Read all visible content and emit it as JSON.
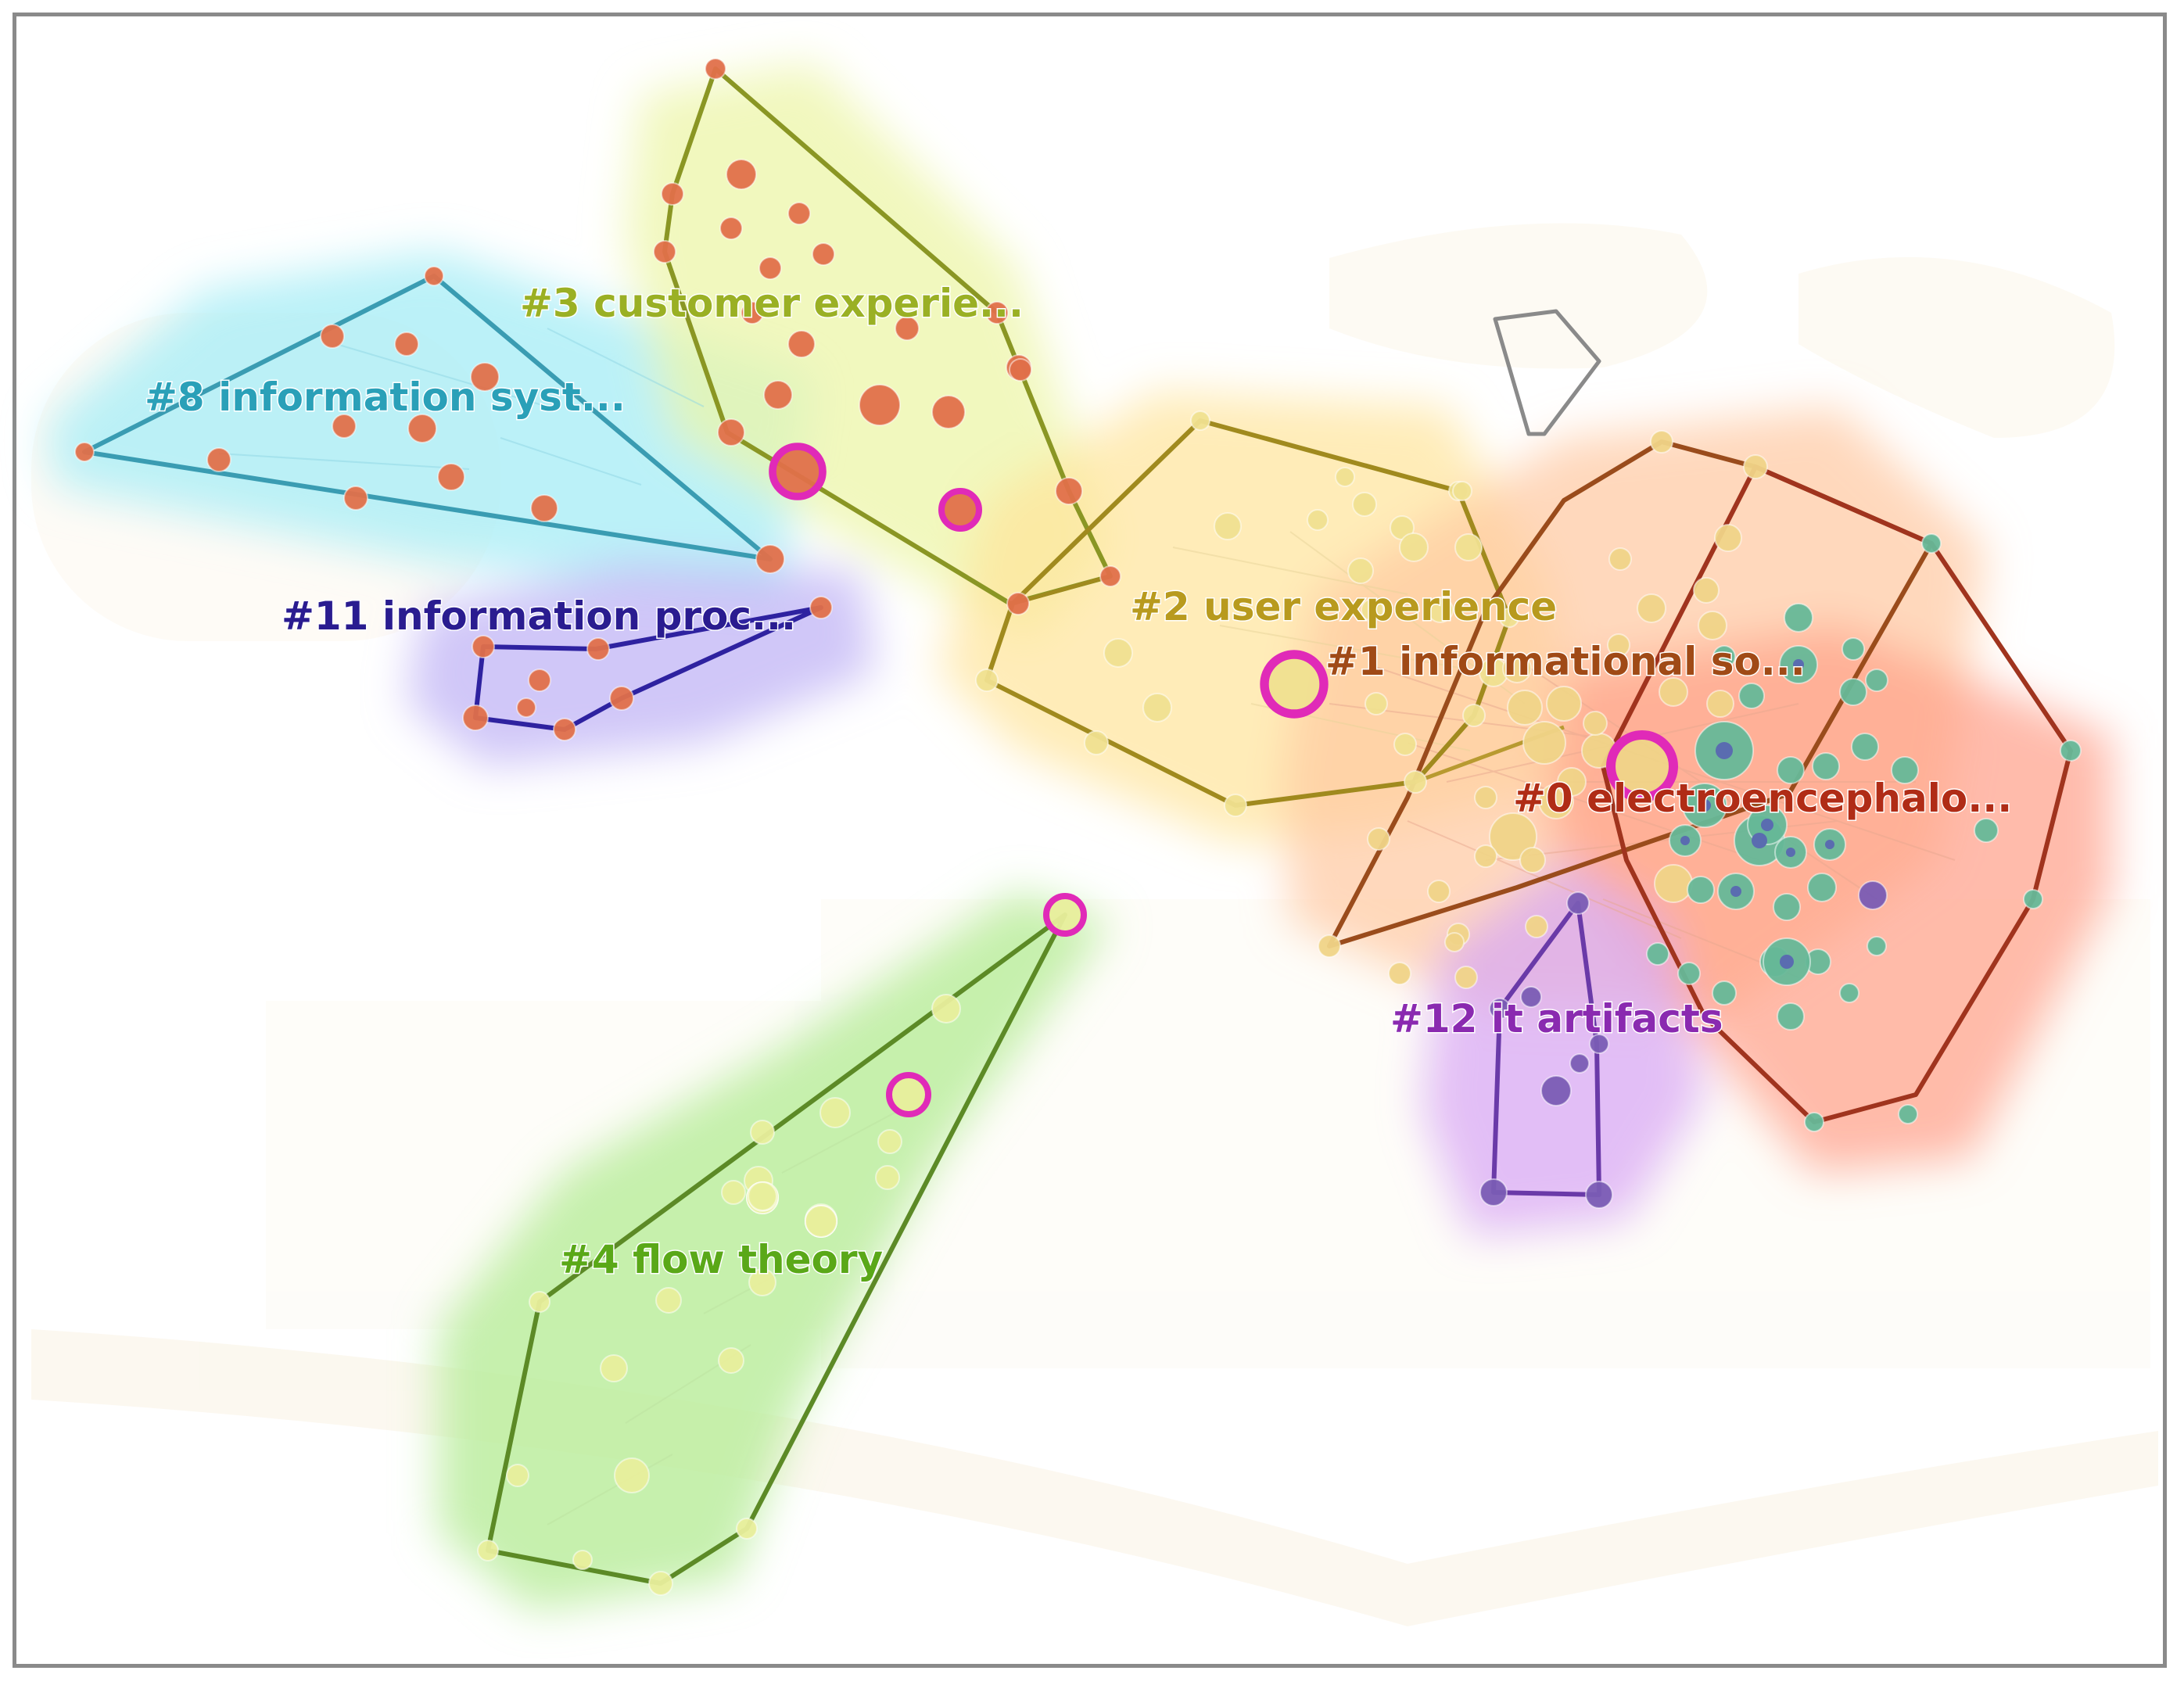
{
  "diagram": {
    "type": "cluster-network",
    "clusters": [
      {
        "id": "c0",
        "label": "#0 electroencephalo...",
        "color": "#b02c16",
        "fill": "#ff9e88",
        "node": "#66b898"
      },
      {
        "id": "c1",
        "label": "#1 informational so...",
        "color": "#a04a16",
        "fill": "#ffc8a0",
        "node": "#f0d488"
      },
      {
        "id": "c2",
        "label": "#2 user experience",
        "color": "#b89a1e",
        "fill": "#ffe49a",
        "node": "#f0e090"
      },
      {
        "id": "c3",
        "label": "#3 customer experie...",
        "color": "#9ab024",
        "fill": "#ecf5a8",
        "node": "#e0704a"
      },
      {
        "id": "c4",
        "label": "#4 flow theory",
        "color": "#5aa818",
        "fill": "#b8ec98",
        "node": "#e8ee9c"
      },
      {
        "id": "c8",
        "label": "#8 information syst...",
        "color": "#2aa0b8",
        "fill": "#a4ecf6",
        "node": "#e0704a"
      },
      {
        "id": "c11",
        "label": "#11 information proc...",
        "color": "#2a1c90",
        "fill": "#c0b4f6",
        "node": "#e0704a"
      },
      {
        "id": "c12",
        "label": "#12 it artifacts",
        "color": "#8a2ab0",
        "fill": "#d8a8f4",
        "node": "#7a5cb4"
      }
    ],
    "highlight_color": "#e02ab8"
  }
}
